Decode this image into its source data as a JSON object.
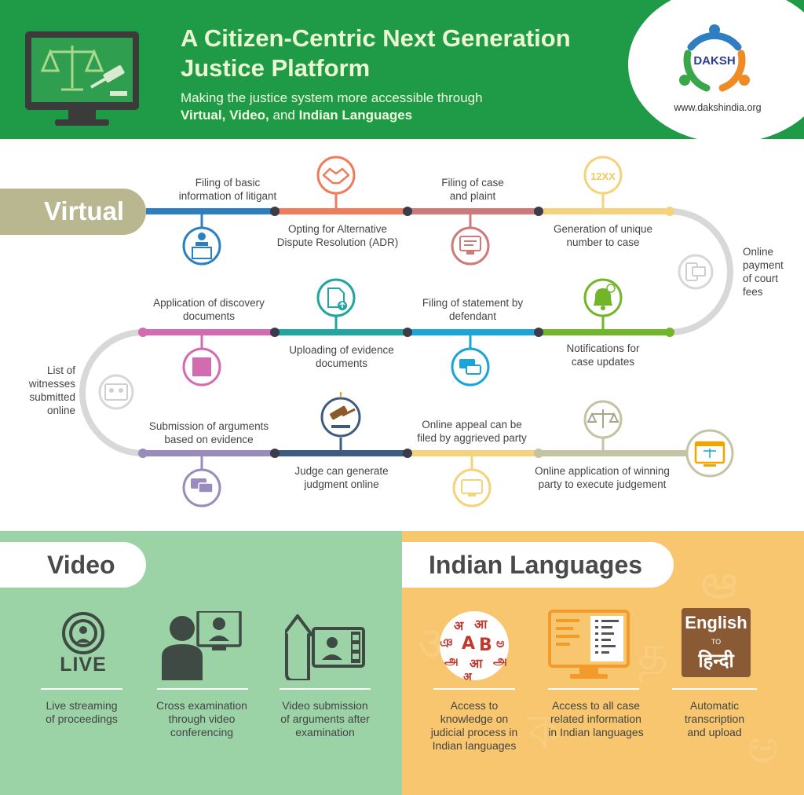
{
  "header": {
    "title_line1": "A Citizen-Centric Next Generation",
    "title_line2": "Justice Platform",
    "subtitle_line1": "Making the justice system more accessible through",
    "subtitle_bold1": "Virtual,",
    "subtitle_bold2": "Video,",
    "subtitle_and": "and",
    "subtitle_bold3": "Indian Languages",
    "logo_text": "DAKSH",
    "logo_url": "www.dakshindia.org"
  },
  "virtual": {
    "tab_label": "Virtual",
    "steps": [
      {
        "l1": "Filing of basic",
        "l2": "information of litigant"
      },
      {
        "l1": "Opting for Alternative",
        "l2": "Dispute Resolution (ADR)"
      },
      {
        "l1": "Filing of case",
        "l2": "and plaint"
      },
      {
        "l1": "Generation of unique",
        "l2": "number to case",
        "icon_text": "12XX"
      },
      {
        "l1": "Online",
        "l2": "payment",
        "l3": "of court",
        "l4": "fees"
      },
      {
        "l1": "Notifications for",
        "l2": "case updates"
      },
      {
        "l1": "Filing of statement by",
        "l2": "defendant"
      },
      {
        "l1": "Uploading of evidence",
        "l2": "documents"
      },
      {
        "l1": "Application of discovery",
        "l2": "documents"
      },
      {
        "l1": "List of",
        "l2": "witnesses",
        "l3": "submitted",
        "l4": "online"
      },
      {
        "l1": "Submission of arguments",
        "l2": "based on evidence"
      },
      {
        "l1": "Judge can generate",
        "l2": "judgment online"
      },
      {
        "l1": "Online appeal can be",
        "l2": "filed by aggrieved party"
      },
      {
        "l1": "Online application of winning",
        "l2": "party to execute judgement"
      }
    ]
  },
  "video": {
    "tab_label": "Video",
    "live_text": "LIVE",
    "items": [
      {
        "l1": "Live streaming",
        "l2": "of proceedings"
      },
      {
        "l1": "Cross examination",
        "l2": "through video",
        "l3": "conferencing"
      },
      {
        "l1": "Video submission",
        "l2": "of arguments after",
        "l3": "examination"
      }
    ]
  },
  "languages": {
    "tab_label": "Indian Languages",
    "english_text": "English",
    "to_text": "TO",
    "hindi_text": "हिन्दी",
    "items": [
      {
        "l1": "Access to",
        "l2": "knowledge on",
        "l3": "judicial process in",
        "l4": "Indian languages"
      },
      {
        "l1": "Access to all case",
        "l2": "related information",
        "l3": "in Indian languages"
      },
      {
        "l1": "Automatic",
        "l2": "transcription",
        "l3": "and upload"
      }
    ]
  },
  "colors": {
    "header_green": "#1f9a47",
    "virtual_tab": "#b8b78f",
    "video_bg": "#9bd3a7",
    "lang_bg": "#f7c66e"
  }
}
